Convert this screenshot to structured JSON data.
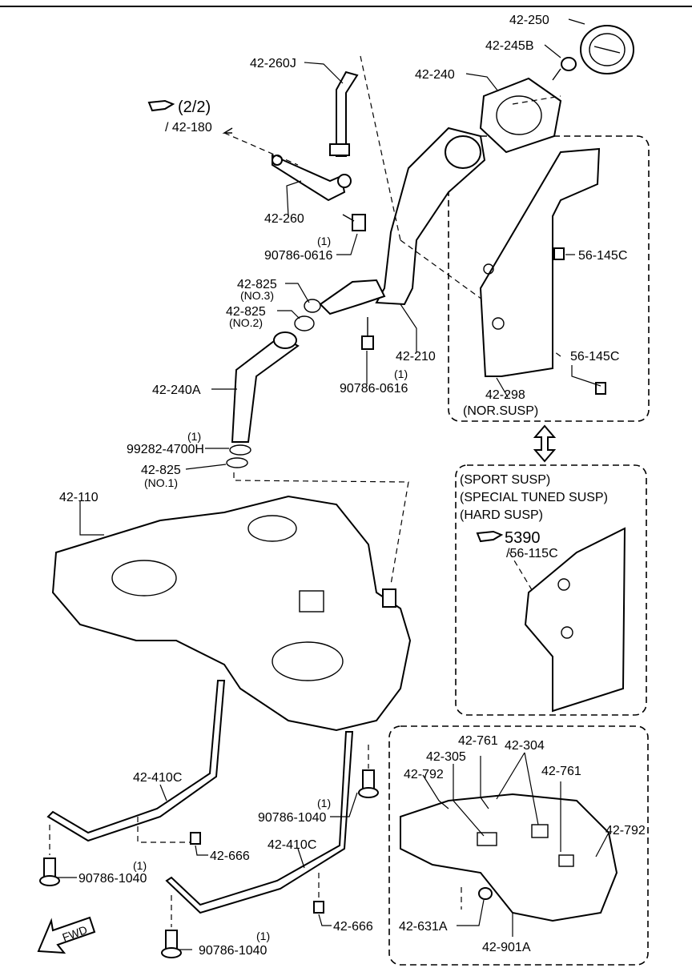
{
  "labels": {
    "l42_250": "42-250",
    "l42_245B": "42-245B",
    "l42_260J": "42-260J",
    "l42_240": "42-240",
    "ref_2_2": "(2/2)",
    "ref_42_180": "/ 42-180",
    "l42_260": "42-260",
    "qty_1a": "(1)",
    "l90786_0616a": "90786-0616",
    "l56_145C_a": "56-145C",
    "l42_825_no3": "42-825",
    "no3": "(NO.3)",
    "l42_825_no2": "42-825",
    "no2": "(NO.2)",
    "l42_210": "42-210",
    "l56_145C_b": "56-145C",
    "qty_1b": "(1)",
    "l90786_0616b": "90786-0616",
    "l42_240A": "42-240A",
    "l42_298": "42-298",
    "nor_susp": "(NOR.SUSP)",
    "qty_1c": "(1)",
    "l99282": "99282-4700H",
    "l42_825_no1": "42-825",
    "no1": "(NO.1)",
    "sport_susp": "(SPORT SUSP)",
    "special_susp": "(SPECIAL TUNED SUSP)",
    "hard_susp": "(HARD SUSP)",
    "ref_5390": "5390",
    "ref_56_115C": "/56-115C",
    "l42_110": "42-110",
    "l42_761a": "42-761",
    "l42_305": "42-305",
    "l42_304": "42-304",
    "l42_792a": "42-792",
    "l42_761b": "42-761",
    "l42_792b": "42-792",
    "l42_410C_a": "42-410C",
    "qty_1d": "(1)",
    "l90786_1040a": "90786-1040",
    "l42_410C_b": "42-410C",
    "l42_666a": "42-666",
    "qty_1e": "(1)",
    "l90786_1040b": "90786-1040",
    "l42_666b": "42-666",
    "l42_631A": "42-631A",
    "l42_901A": "42-901A",
    "qty_1f": "(1)",
    "l90786_1040c": "90786-1040",
    "fwd": "FWD"
  },
  "icons": {
    "reference": "pointing-hand-icon",
    "forward": "forward-arrow-icon",
    "swap": "double-arrow-icon"
  }
}
